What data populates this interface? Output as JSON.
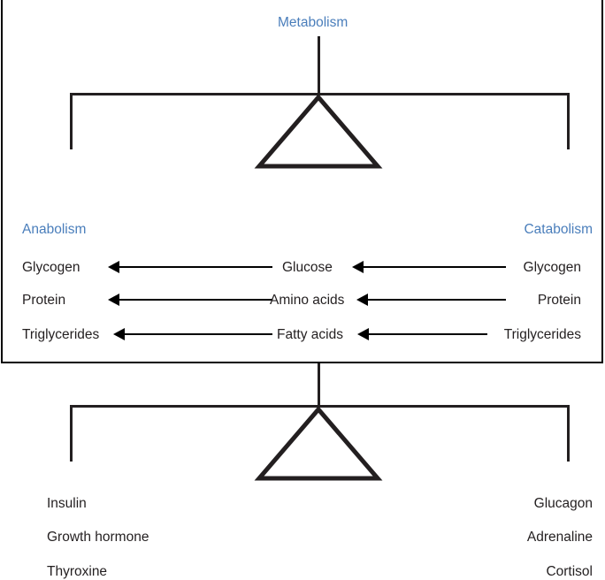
{
  "diagram": {
    "title": "Metabolism",
    "type": "balance-scale-diagram"
  },
  "top_scale": {
    "pivot_label": "Metabolism",
    "left_side_label": "Anabolism",
    "right_side_label": "Catabolism",
    "accent_color": "#4a7ebb",
    "line_color": "#231f20"
  },
  "reactions": [
    {
      "anabolic_product": "Glycogen",
      "intermediate": "Glucose",
      "catabolic_source": "Glycogen"
    },
    {
      "anabolic_product": "Protein",
      "intermediate": "Amino acids",
      "catabolic_source": "Protein"
    },
    {
      "anabolic_product": "Triglycerides",
      "intermediate": "Fatty acids",
      "catabolic_source": "Triglycerides"
    }
  ],
  "bottom_scale": {
    "left_hormones": [
      "Insulin",
      "Growth hormone",
      "Thyroxine"
    ],
    "right_hormones": [
      "Glucagon",
      "Adrenaline",
      "Cortisol"
    ]
  }
}
